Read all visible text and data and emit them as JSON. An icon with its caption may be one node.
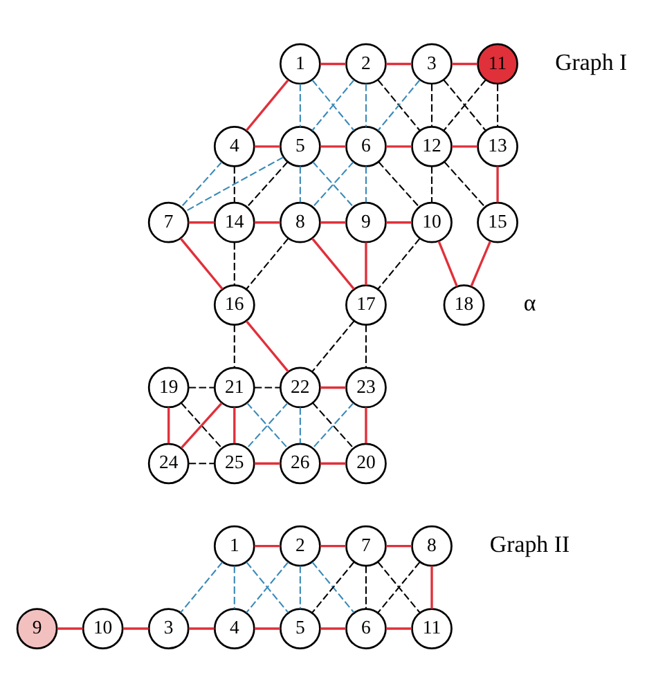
{
  "diagram": {
    "nodes": [
      {
        "text": [
          "1"
        ]
      },
      {
        "text": [
          "2"
        ]
      },
      {
        "text": [
          "3"
        ]
      },
      {
        "text": [
          "11"
        ]
      },
      {
        "text": [
          "4"
        ]
      },
      {
        "text": [
          "5"
        ]
      },
      {
        "text": [
          "6"
        ]
      },
      {
        "text": [
          "12"
        ]
      },
      {
        "text": [
          "13"
        ]
      },
      {
        "text": [
          "7"
        ]
      },
      {
        "text": [
          "14"
        ]
      },
      {
        "text": [
          "8"
        ]
      },
      {
        "text": [
          "9"
        ]
      },
      {
        "text": [
          "10"
        ]
      },
      {
        "text": [
          "15"
        ]
      },
      {
        "text": [
          "16"
        ]
      },
      {
        "text": [
          "17"
        ]
      },
      {
        "text": [
          "18"
        ]
      },
      {
        "text": [
          "19"
        ]
      },
      {
        "text": [
          "21"
        ]
      },
      {
        "text": [
          "22"
        ]
      },
      {
        "text": [
          "23"
        ]
      },
      {
        "text": [
          "24"
        ]
      },
      {
        "text": [
          "25"
        ]
      },
      {
        "text": [
          "26"
        ]
      },
      {
        "text": [
          "20"
        ]
      },
      {
        "text": [
          "1"
        ]
      },
      {
        "text": [
          "2"
        ]
      },
      {
        "text": [
          "7"
        ]
      },
      {
        "text": [
          "8"
        ]
      },
      {
        "text": [
          "9"
        ]
      },
      {
        "text": [
          "10"
        ]
      },
      {
        "text": [
          "3"
        ]
      },
      {
        "text": [
          "4"
        ]
      },
      {
        "text": [
          "5"
        ]
      },
      {
        "text": [
          "6"
        ]
      },
      {
        "text": [
          "11"
        ]
      }
    ],
    "edges": [
      {
        "from": 2,
        "to": 3,
        "arrow": "none",
        "color": "#e0303a"
      },
      {
        "from": 1,
        "to": 2,
        "arrow": "none",
        "color": "#e0303a"
      },
      {
        "from": 0,
        "to": 1,
        "arrow": "none",
        "color": "#e0303a"
      },
      {
        "from": 0,
        "to": 4,
        "arrow": "none",
        "color": "#e0303a"
      },
      {
        "from": 4,
        "to": 5,
        "arrow": "none",
        "color": "#e0303a"
      },
      {
        "from": 5,
        "to": 6,
        "arrow": "none",
        "color": "#e0303a"
      },
      {
        "from": 6,
        "to": 7,
        "arrow": "none",
        "color": "#e0303a"
      },
      {
        "from": 7,
        "to": 8,
        "arrow": "none",
        "color": "#e0303a"
      },
      {
        "from": 8,
        "to": 14,
        "arrow": "none",
        "color": "#e0303a"
      },
      {
        "from": 14,
        "to": 17,
        "arrow": "none",
        "color": "#e0303a"
      },
      {
        "from": 13,
        "to": 17,
        "arrow": "none",
        "color": "#e0303a"
      },
      {
        "from": 12,
        "to": 13,
        "arrow": "none",
        "color": "#e0303a"
      },
      {
        "from": 11,
        "to": 12,
        "arrow": "none",
        "color": "#e0303a"
      },
      {
        "from": 10,
        "to": 11,
        "arrow": "none",
        "color": "#e0303a"
      },
      {
        "from": 9,
        "to": 10,
        "arrow": "none",
        "color": "#e0303a"
      },
      {
        "from": 12,
        "to": 16,
        "arrow": "none",
        "color": "#e0303a"
      },
      {
        "from": 11,
        "to": 16,
        "arrow": "none",
        "color": "#e0303a"
      },
      {
        "from": 9,
        "to": 15,
        "arrow": "none",
        "color": "#e0303a"
      },
      {
        "from": 15,
        "to": 20,
        "arrow": "none",
        "color": "#e0303a"
      },
      {
        "from": 20,
        "to": 21,
        "arrow": "none",
        "color": "#e0303a"
      },
      {
        "from": 21,
        "to": 25,
        "arrow": "none",
        "color": "#e0303a"
      },
      {
        "from": 24,
        "to": 25,
        "arrow": "none",
        "color": "#e0303a"
      },
      {
        "from": 23,
        "to": 24,
        "arrow": "none",
        "color": "#e0303a"
      },
      {
        "from": 19,
        "to": 23,
        "arrow": "none",
        "color": "#e0303a"
      },
      {
        "from": 19,
        "to": 22,
        "arrow": "none",
        "color": "#e0303a"
      },
      {
        "from": 18,
        "to": 22,
        "arrow": "none",
        "color": "#e0303a"
      },
      {
        "from": 0,
        "to": 5,
        "arrow": "none",
        "style": "dashed",
        "color": "#3a8ab8"
      },
      {
        "from": 0,
        "to": 6,
        "arrow": "none",
        "style": "dashed",
        "color": "#3a8ab8"
      },
      {
        "from": 1,
        "to": 5,
        "arrow": "none",
        "style": "dashed",
        "color": "#3a8ab8"
      },
      {
        "from": 1,
        "to": 6,
        "arrow": "none",
        "style": "dashed",
        "color": "#3a8ab8"
      },
      {
        "from": 2,
        "to": 6,
        "arrow": "none",
        "style": "dashed",
        "color": "#3a8ab8"
      },
      {
        "from": 4,
        "to": 9,
        "arrow": "none",
        "style": "dashed",
        "color": "#3a8ab8"
      },
      {
        "from": 5,
        "to": 9,
        "arrow": "none",
        "style": "dashed",
        "color": "#3a8ab8"
      },
      {
        "from": 5,
        "to": 11,
        "arrow": "none",
        "style": "dashed",
        "color": "#3a8ab8"
      },
      {
        "from": 5,
        "to": 12,
        "arrow": "none",
        "style": "dashed",
        "color": "#3a8ab8"
      },
      {
        "from": 6,
        "to": 11,
        "arrow": "none",
        "style": "dashed",
        "color": "#3a8ab8"
      },
      {
        "from": 6,
        "to": 12,
        "arrow": "none",
        "style": "dashed",
        "color": "#3a8ab8"
      },
      {
        "from": 19,
        "to": 24,
        "arrow": "none",
        "style": "dashed",
        "color": "#3a8ab8"
      },
      {
        "from": 20,
        "to": 23,
        "arrow": "none",
        "style": "dashed",
        "color": "#3a8ab8"
      },
      {
        "from": 20,
        "to": 24,
        "arrow": "none",
        "style": "dashed",
        "color": "#3a8ab8"
      },
      {
        "from": 21,
        "to": 24,
        "arrow": "none",
        "style": "dashed",
        "color": "#3a8ab8"
      },
      {
        "from": 1,
        "to": 7,
        "arrow": "none",
        "style": "dashed",
        "color": "#000000"
      },
      {
        "from": 2,
        "to": 7,
        "arrow": "none",
        "style": "dashed",
        "color": "#000000"
      },
      {
        "from": 2,
        "to": 8,
        "arrow": "none",
        "style": "dashed",
        "color": "#000000"
      },
      {
        "from": 3,
        "to": 7,
        "arrow": "none",
        "style": "dashed",
        "color": "#000000"
      },
      {
        "from": 3,
        "to": 8,
        "arrow": "none",
        "style": "dashed",
        "color": "#000000"
      },
      {
        "from": 4,
        "to": 10,
        "arrow": "none",
        "style": "dashed",
        "color": "#000000"
      },
      {
        "from": 5,
        "to": 10,
        "arrow": "none",
        "style": "dashed",
        "color": "#000000"
      },
      {
        "from": 6,
        "to": 13,
        "arrow": "none",
        "style": "dashed",
        "color": "#000000"
      },
      {
        "from": 7,
        "to": 13,
        "arrow": "none",
        "style": "dashed",
        "color": "#000000"
      },
      {
        "from": 7,
        "to": 14,
        "arrow": "none",
        "style": "dashed",
        "color": "#000000"
      },
      {
        "from": 10,
        "to": 15,
        "arrow": "none",
        "style": "dashed",
        "color": "#000000"
      },
      {
        "from": 11,
        "to": 15,
        "arrow": "none",
        "style": "dashed",
        "color": "#000000"
      },
      {
        "from": 15,
        "to": 19,
        "arrow": "none",
        "style": "dashed",
        "color": "#000000"
      },
      {
        "from": 13,
        "to": 16,
        "arrow": "none",
        "style": "dashed",
        "color": "#000000"
      },
      {
        "from": 16,
        "to": 20,
        "arrow": "none",
        "style": "dashed",
        "color": "#000000"
      },
      {
        "from": 16,
        "to": 21,
        "arrow": "none",
        "style": "dashed",
        "color": "#000000"
      },
      {
        "from": 18,
        "to": 19,
        "arrow": "none",
        "style": "dashed",
        "color": "#000000"
      },
      {
        "from": 19,
        "to": 20,
        "arrow": "none",
        "style": "dashed",
        "color": "#000000"
      },
      {
        "from": 18,
        "to": 23,
        "arrow": "none",
        "style": "dashed",
        "color": "#000000"
      },
      {
        "from": 22,
        "to": 23,
        "arrow": "none",
        "style": "dashed",
        "color": "#000000"
      },
      {
        "from": 20,
        "to": 25,
        "arrow": "none",
        "style": "dashed",
        "color": "#000000"
      },
      {
        "from": 26,
        "to": 27,
        "arrow": "none",
        "color": "#e0303a"
      },
      {
        "from": 27,
        "to": 28,
        "arrow": "none",
        "color": "#e0303a"
      },
      {
        "from": 28,
        "to": 29,
        "arrow": "none",
        "color": "#e0303a"
      },
      {
        "from": 29,
        "to": 36,
        "arrow": "none",
        "color": "#e0303a"
      },
      {
        "from": 35,
        "to": 36,
        "arrow": "none",
        "color": "#e0303a"
      },
      {
        "from": 34,
        "to": 35,
        "arrow": "none",
        "color": "#e0303a"
      },
      {
        "from": 33,
        "to": 34,
        "arrow": "none",
        "color": "#e0303a"
      },
      {
        "from": 32,
        "to": 33,
        "arrow": "none",
        "color": "#e0303a"
      },
      {
        "from": 31,
        "to": 32,
        "arrow": "none",
        "color": "#e0303a"
      },
      {
        "from": 30,
        "to": 31,
        "arrow": "none",
        "color": "#e0303a"
      },
      {
        "from": 26,
        "to": 32,
        "arrow": "none",
        "style": "dashed",
        "color": "#3a8ab8"
      },
      {
        "from": 26,
        "to": 33,
        "arrow": "none",
        "style": "dashed",
        "color": "#3a8ab8"
      },
      {
        "from": 26,
        "to": 34,
        "arrow": "none",
        "style": "dashed",
        "color": "#3a8ab8"
      },
      {
        "from": 27,
        "to": 33,
        "arrow": "none",
        "style": "dashed",
        "color": "#3a8ab8"
      },
      {
        "from": 27,
        "to": 34,
        "arrow": "none",
        "style": "dashed",
        "color": "#3a8ab8"
      },
      {
        "from": 27,
        "to": 35,
        "arrow": "none",
        "style": "dashed",
        "color": "#3a8ab8"
      },
      {
        "from": 28,
        "to": 34,
        "arrow": "none",
        "style": "dashed",
        "color": "#000000"
      },
      {
        "from": 28,
        "to": 35,
        "arrow": "none",
        "style": "dashed",
        "color": "#000000"
      },
      {
        "from": 28,
        "to": 36,
        "arrow": "none",
        "style": "dashed",
        "color": "#000000"
      },
      {
        "from": 29,
        "to": 35,
        "arrow": "none",
        "style": "dashed",
        "color": "#000000"
      }
    ],
    "labels": [
      "Graph I",
      "α",
      "Graph II"
    ]
  }
}
